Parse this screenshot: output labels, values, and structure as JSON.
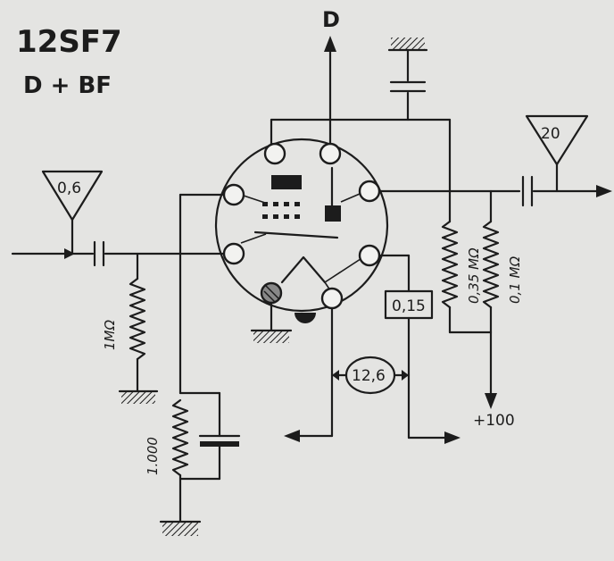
{
  "title": "12SF7",
  "subtitle": "D + BF",
  "labels": {
    "diode_output": "D",
    "input_level": "0,6",
    "output_level": "20",
    "heater_current": "0,15",
    "heater_voltage": "12,6",
    "supply": "+100",
    "r_grid": "1MΩ",
    "r_cathode": "1.000",
    "r_anode_1": "0,35 MΩ",
    "r_anode_2": "0,1 MΩ"
  },
  "colors": {
    "ink": "#1c1c1c",
    "paper": "#e4e4e2"
  }
}
